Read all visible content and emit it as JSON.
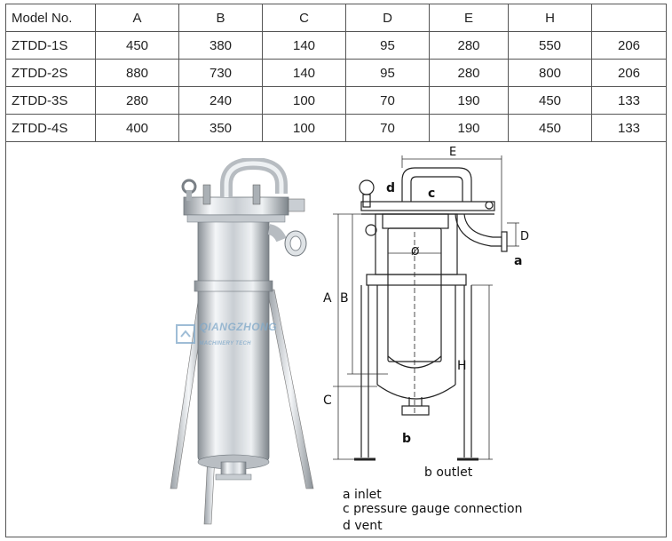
{
  "table": {
    "headers": [
      "Model No.",
      "A",
      "B",
      "C",
      "D",
      "E",
      "H",
      ""
    ],
    "rows": [
      [
        "ZTDD-1S",
        "450",
        "380",
        "140",
        "95",
        "280",
        "550",
        "206"
      ],
      [
        "ZTDD-2S",
        "880",
        "730",
        "140",
        "95",
        "280",
        "800",
        "206"
      ],
      [
        "ZTDD-3S",
        "280",
        "240",
        "100",
        "70",
        "190",
        "450",
        "133"
      ],
      [
        "ZTDD-4S",
        "400",
        "350",
        "100",
        "70",
        "190",
        "450",
        "133"
      ]
    ]
  },
  "watermark": {
    "main": "QIANGZHONG",
    "sub": "MACHINERY TECH"
  },
  "diagram": {
    "labels": {
      "E": "E",
      "d": "d",
      "c": "c",
      "D": "D",
      "a": "a",
      "phi": "Ø",
      "A": "A",
      "B": "B",
      "H": "H",
      "C": "C",
      "b": "b"
    },
    "outlet_label": "b outlet",
    "legend": [
      "a inlet",
      "c pressure gauge connection",
      "d vent"
    ]
  },
  "colors": {
    "border": "#555555",
    "watermark": "#7fa8c9",
    "metal_light": "#e9ecef",
    "metal_dark": "#8a9096"
  }
}
